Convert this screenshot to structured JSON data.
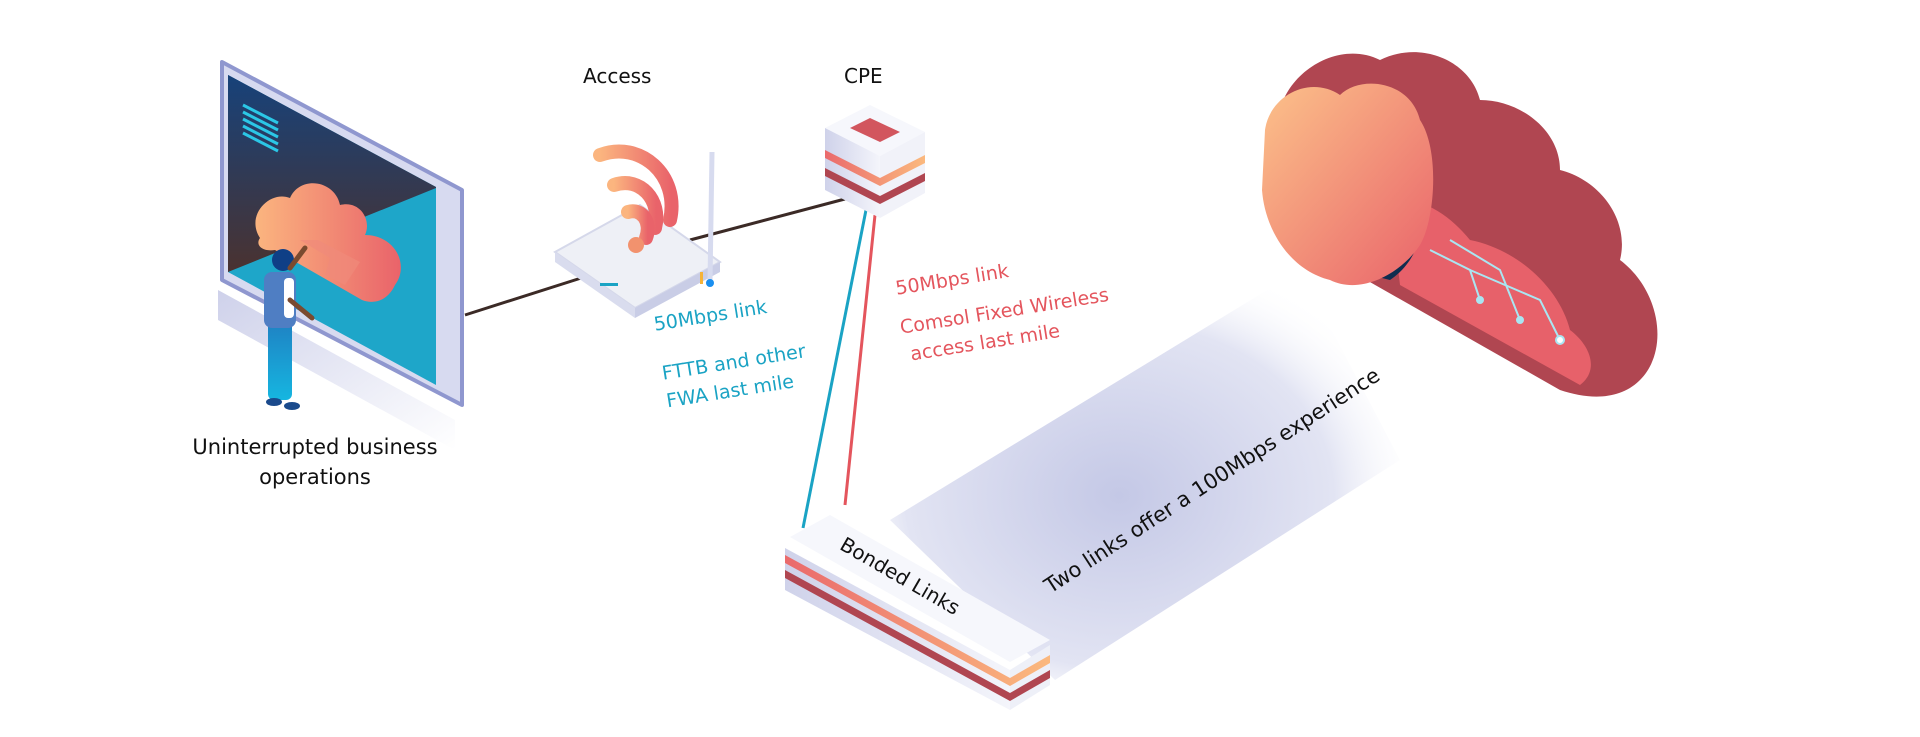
{
  "diagram": {
    "title": "Bonded links network diagram",
    "nodes": {
      "business": {
        "label_line1": "Uninterrupted business",
        "label_line2": "operations"
      },
      "access": {
        "label": "Access"
      },
      "cpe": {
        "label": "CPE"
      },
      "bonded": {
        "label": "Bonded Links"
      },
      "cloud": {
        "label": ""
      }
    },
    "links": {
      "teal": {
        "speed": "50Mbps link",
        "desc_line1": "FTTB and  other",
        "desc_line2": "FWA last mile",
        "color": "#1aa3c4"
      },
      "coral": {
        "speed": "50Mbps link",
        "desc_line1": "Comsol Fixed Wireless",
        "desc_line2": "access last mile",
        "color": "#e4555d"
      }
    },
    "beam_caption": "Two links offer a 100Mbps experience",
    "colors": {
      "cable": "#3b2a26",
      "coral": "#e8656a",
      "peach": "#fbb97e",
      "maroon": "#b04651",
      "beam": "#c5c9e6",
      "screen_dark": "#1d3a6b",
      "screen_teal": "#1ea6c9"
    }
  }
}
